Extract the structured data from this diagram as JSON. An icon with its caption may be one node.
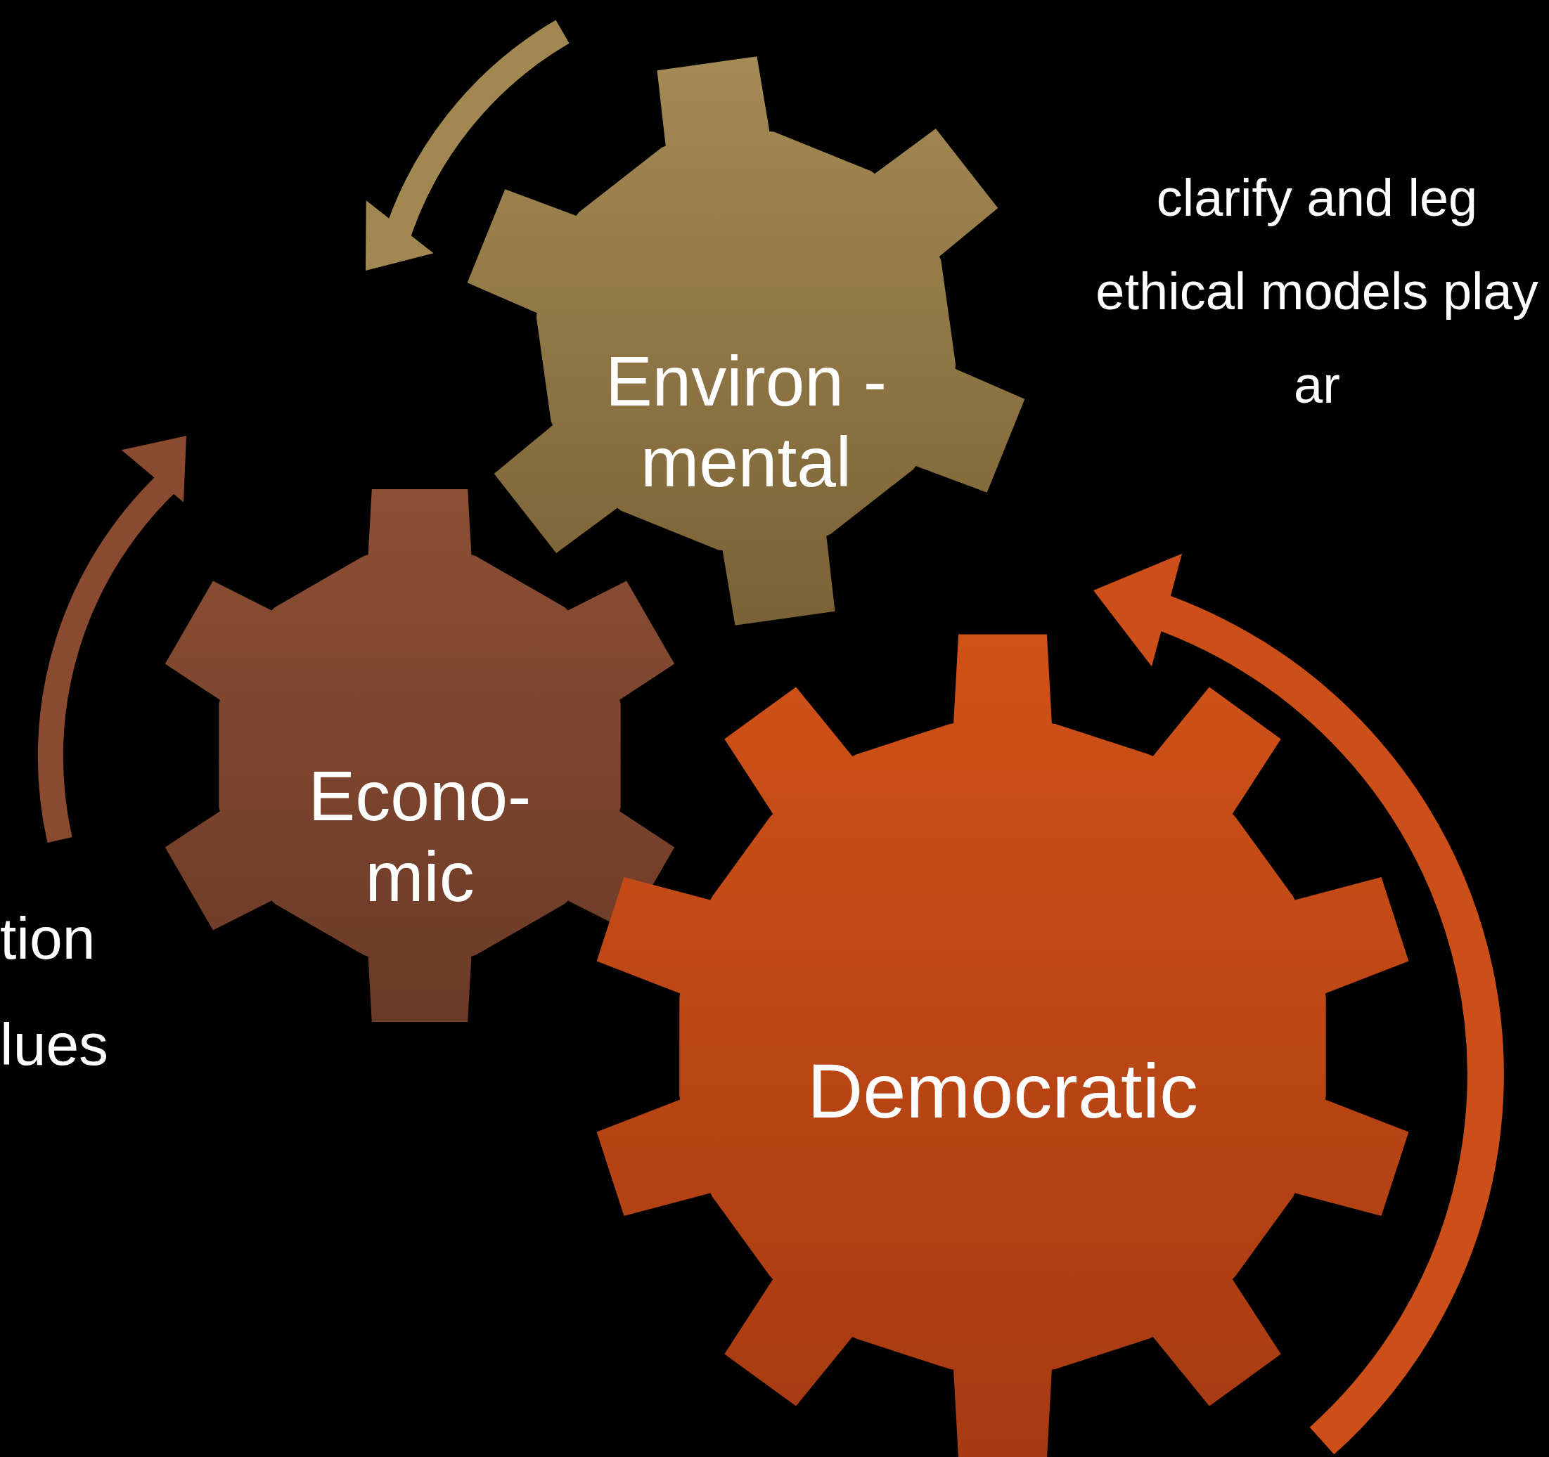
{
  "diagram": {
    "nodes": [
      {
        "text": [
          "Environ -mental"
        ]
      },
      {
        "text": [
          "Econo- mic"
        ]
      },
      {
        "text": [
          "Democratic"
        ]
      }
    ],
    "labels": [
      "clarify and leg ethical models play ar",
      "tion lues"
    ]
  }
}
